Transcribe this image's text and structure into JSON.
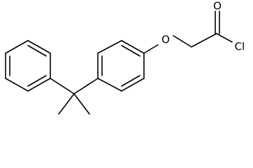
{
  "molecule": {
    "atoms": {
      "oxygen_ether": "O",
      "oxygen_carbonyl": "O",
      "chlorine": "Cl"
    }
  }
}
